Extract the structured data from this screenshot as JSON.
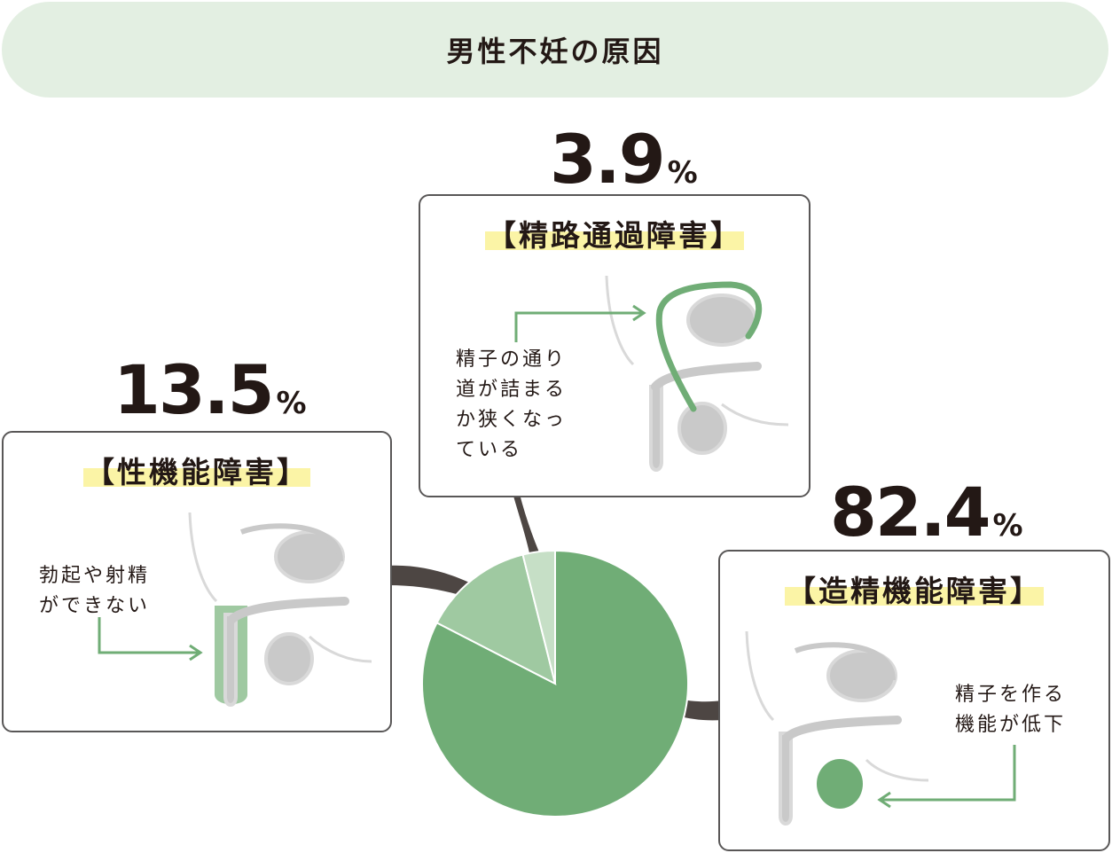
{
  "header": {
    "title": "男性不妊の原因"
  },
  "colors": {
    "accent_green": "#70ad76",
    "mid_green": "#9fc9a1",
    "light_green": "#c6dfc6",
    "highlight": "#fbf4a6",
    "organ_gray": "#c9c9c9",
    "outline_gray": "#d9d9d9",
    "pointer": "#4d4643"
  },
  "chart_data": {
    "type": "pie",
    "start": "12 o'clock",
    "direction": "clockwise",
    "series": [
      {
        "label": "造精機能障害",
        "value": 82.4,
        "color": "#70ad76"
      },
      {
        "label": "性機能障害",
        "value": 13.5,
        "color": "#9fc9a1"
      },
      {
        "label": "精路通過障害",
        "value": 3.9,
        "color": "#c6dfc6"
      }
    ],
    "callouts": [
      {
        "title": "【精路通過障害】",
        "value": "3.9",
        "unit": "%",
        "lines": [
          "精子の通り",
          "道が詰まる",
          "か狭くなっ",
          "ている"
        ]
      },
      {
        "title": "【性機能障害】",
        "value": "13.5",
        "unit": "%",
        "lines": [
          "勃起や射精",
          "ができない"
        ]
      },
      {
        "title": "【造精機能障害】",
        "value": "82.4",
        "unit": "%",
        "lines": [
          "精子を作る",
          "機能が低下"
        ]
      }
    ]
  }
}
